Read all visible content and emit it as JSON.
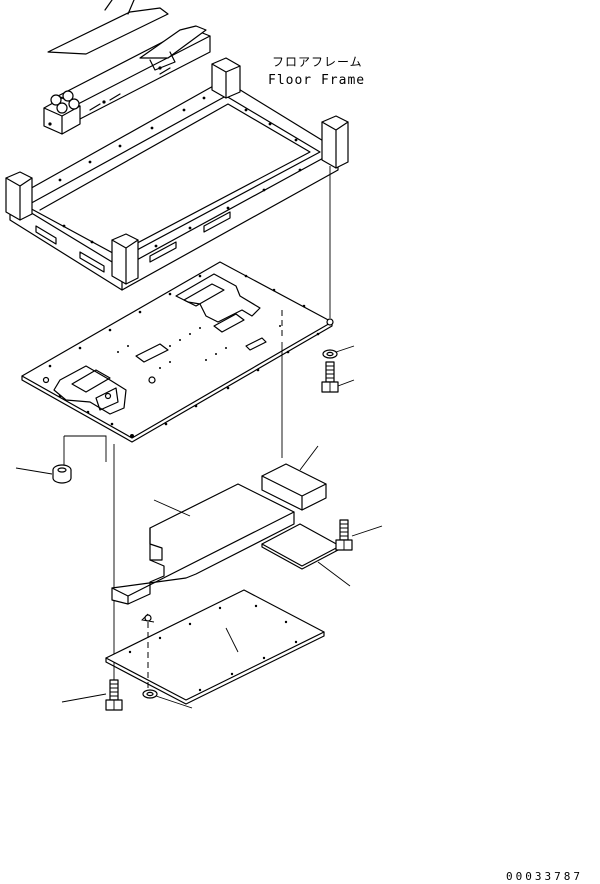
{
  "labels": {
    "floor_frame_jp": "フロアフレーム",
    "floor_frame_en": "Floor Frame"
  },
  "footer": {
    "drawing_number": "00033787"
  }
}
